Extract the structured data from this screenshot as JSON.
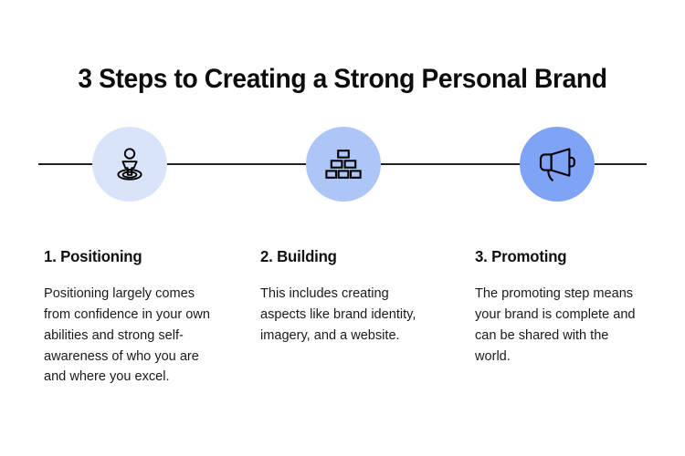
{
  "title": "3 Steps to Creating a Strong Personal Brand",
  "timeline": {
    "line_color": "#222222"
  },
  "steps": [
    {
      "icon": "person-location-icon",
      "circle_color": "#d9e4fb",
      "icon_color": "#000000",
      "heading": "1. Positioning",
      "body": "Positioning largely comes from confidence in your own abilities and strong self-awareness of who you are and where you excel."
    },
    {
      "icon": "brick-pyramid-icon",
      "circle_color": "#aec6f7",
      "icon_color": "#000000",
      "heading": "2. Building",
      "body": "This includes creating aspects like brand identity, imagery, and a website."
    },
    {
      "icon": "megaphone-icon",
      "circle_color": "#7fa3f5",
      "icon_color": "#000000",
      "heading": "3. Promoting",
      "body": "The promoting step means your brand is complete and can be shared with the world."
    }
  ],
  "colors": {
    "background": "#ffffff",
    "title_text": "#0d0d0d",
    "heading_text": "#111111",
    "body_text": "#1a1a1a"
  }
}
